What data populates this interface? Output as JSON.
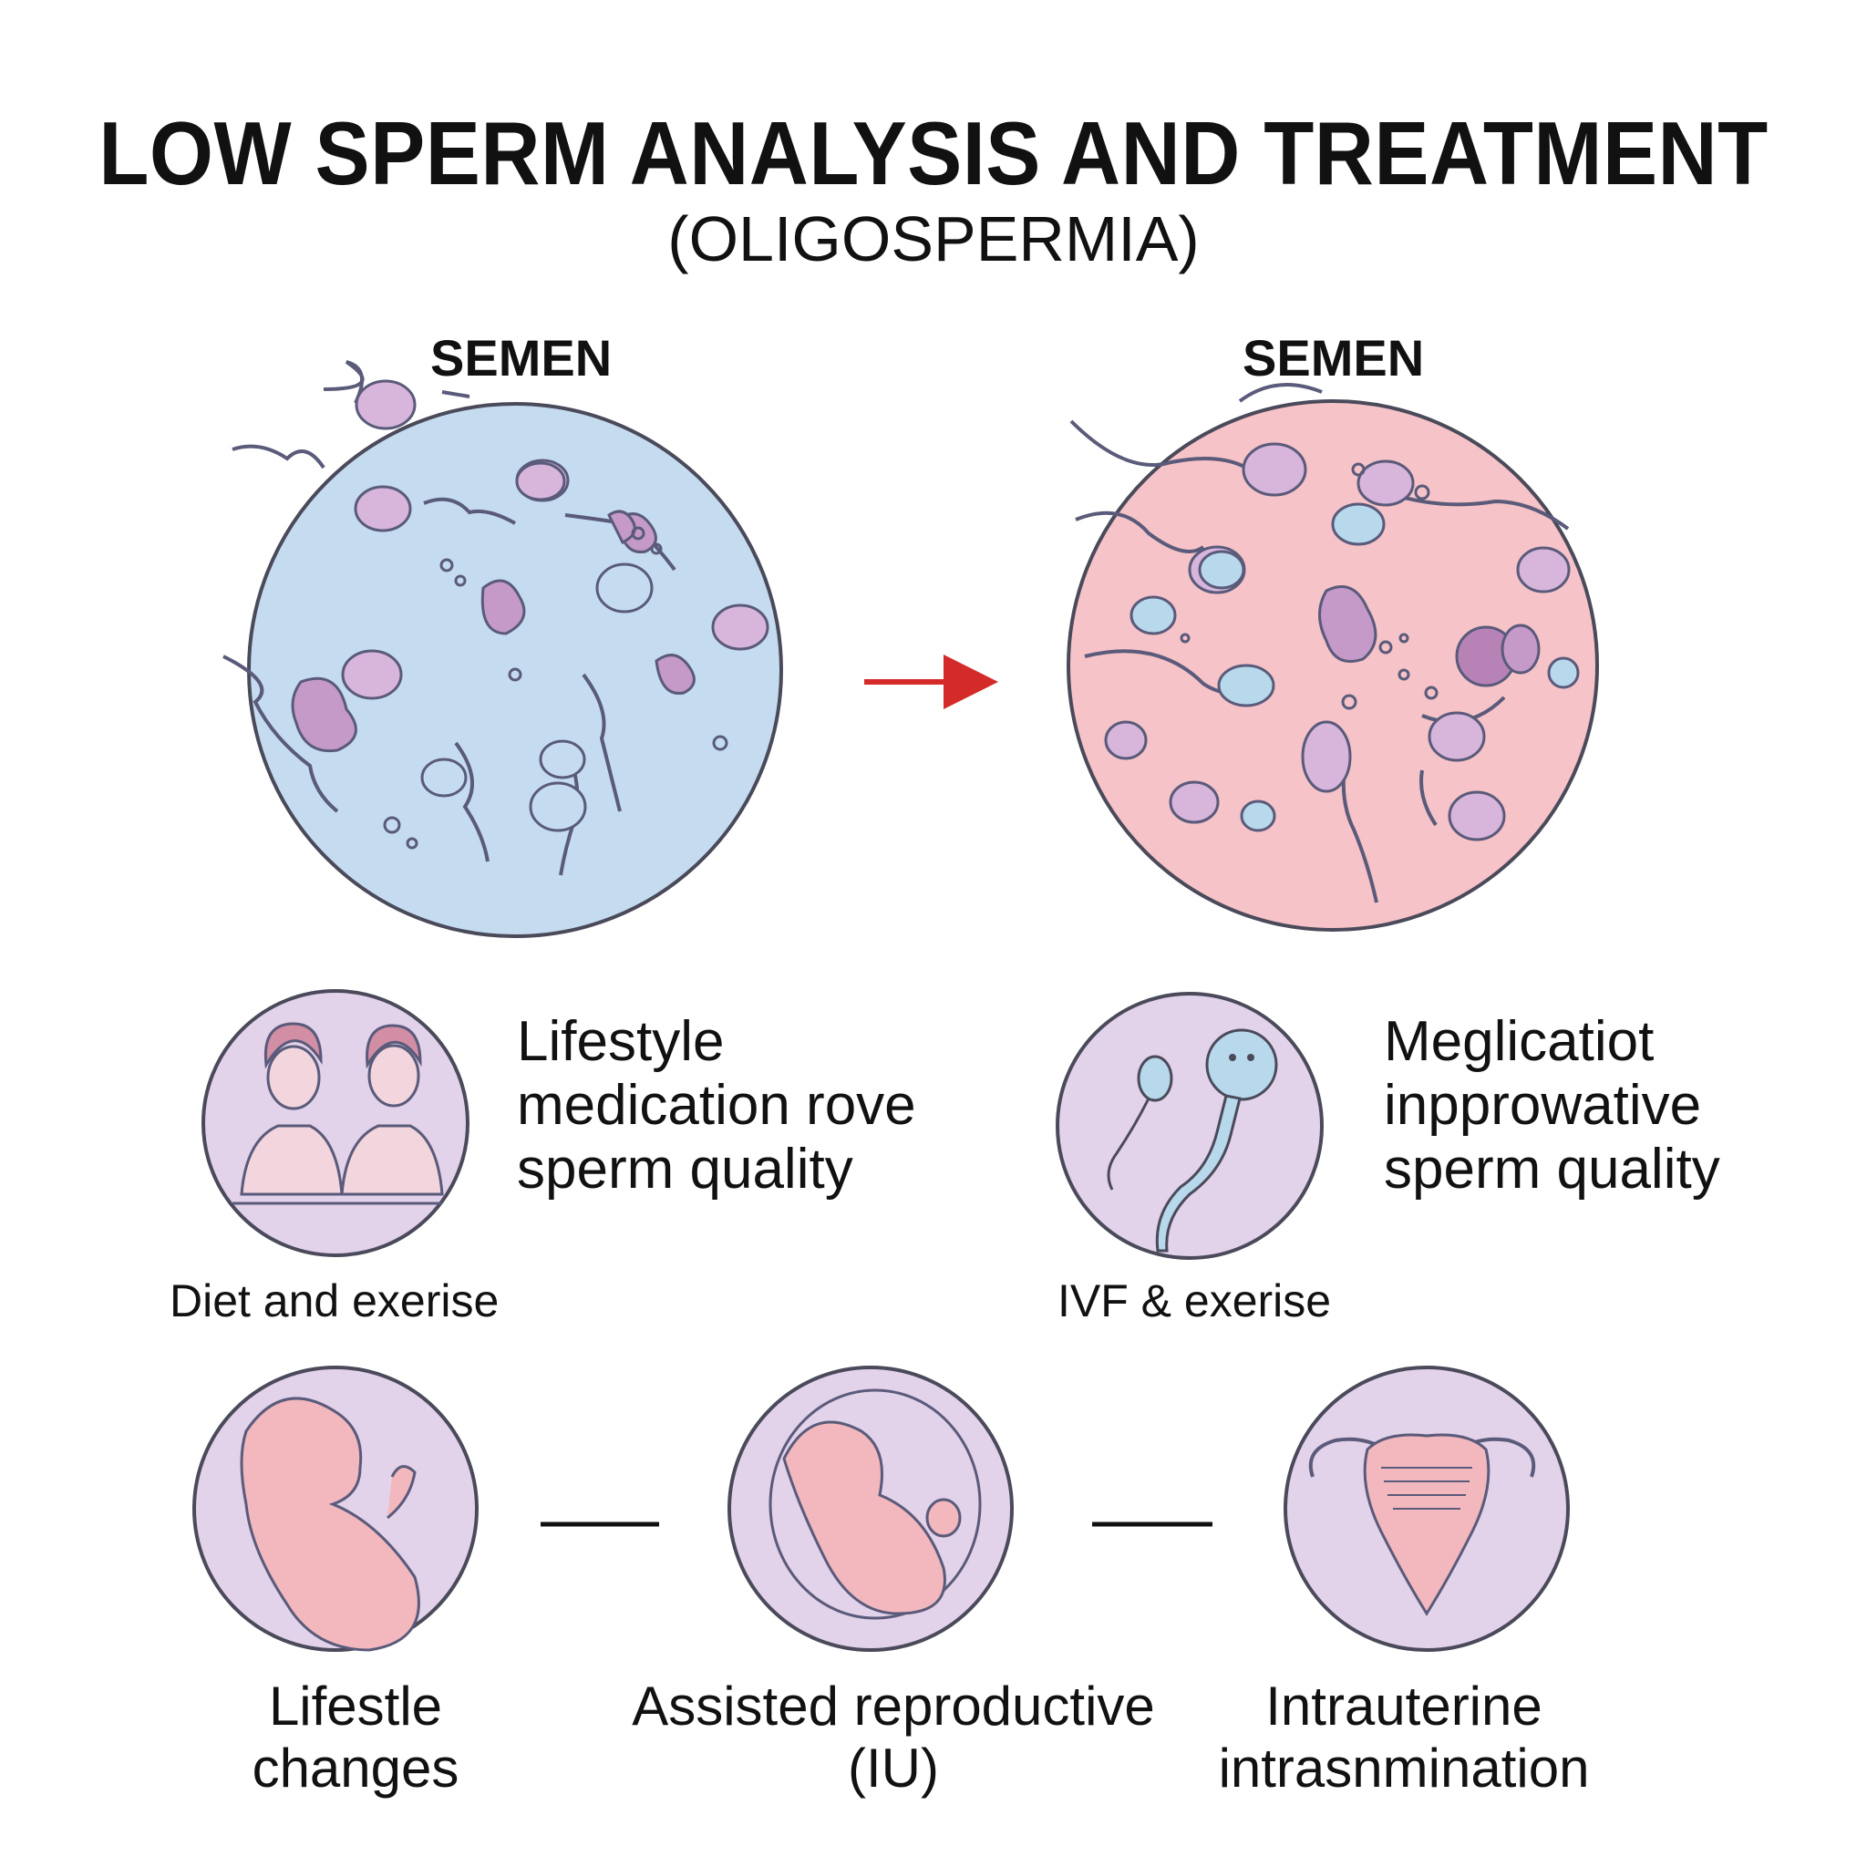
{
  "header": {
    "title": "LOW SPERM ANALYSIS AND TREATMENT",
    "subtitle": "(OLIGOSPERMIA)"
  },
  "samples": [
    {
      "label": "SEMEN",
      "fill": "#c5dcf0"
    },
    {
      "label": "SEMEN",
      "fill": "#f5c3c8"
    }
  ],
  "treatments": {
    "left": {
      "description": [
        "Lifestyle",
        "medication rove",
        "sperm quality"
      ],
      "caption": "Diet and exerise"
    },
    "right": {
      "description": [
        "Meglicatiot",
        "inpprowative",
        "sperm quality"
      ],
      "caption": "IVF & exerise"
    }
  },
  "options": [
    {
      "label": [
        "Lifestle",
        "changes"
      ]
    },
    {
      "label": [
        "Assisted reproductive",
        "(IU)"
      ]
    },
    {
      "label": [
        "Intrauterine",
        "intrasnmination"
      ]
    }
  ],
  "colors": {
    "arrow": "#d42a2a",
    "icon_circle": "#e2d2ea",
    "outline": "#4a4a5a"
  }
}
